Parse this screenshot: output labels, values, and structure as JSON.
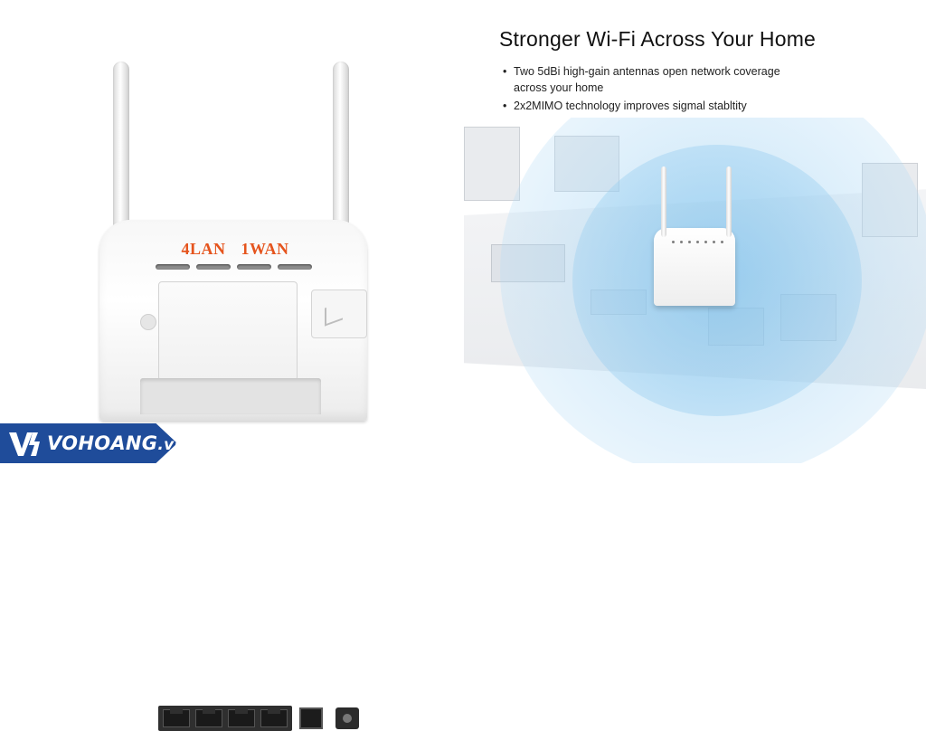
{
  "product": {
    "ports_label": {
      "lan": "4LAN",
      "wan": "1WAN"
    }
  },
  "feature": {
    "headline": "Stronger Wi-Fi Across Your Home",
    "bullets": [
      "Two 5dBi high-gain antennas open network coverage across your home",
      "2x2MIMO technology improves sigmal stabltity"
    ]
  },
  "brand": {
    "logo_text": "VOHOANG",
    "logo_domain": ".vn",
    "color": "#1f4c9a"
  },
  "colors": {
    "port_label": "#e5541d",
    "signal": "#9dd0f0"
  }
}
